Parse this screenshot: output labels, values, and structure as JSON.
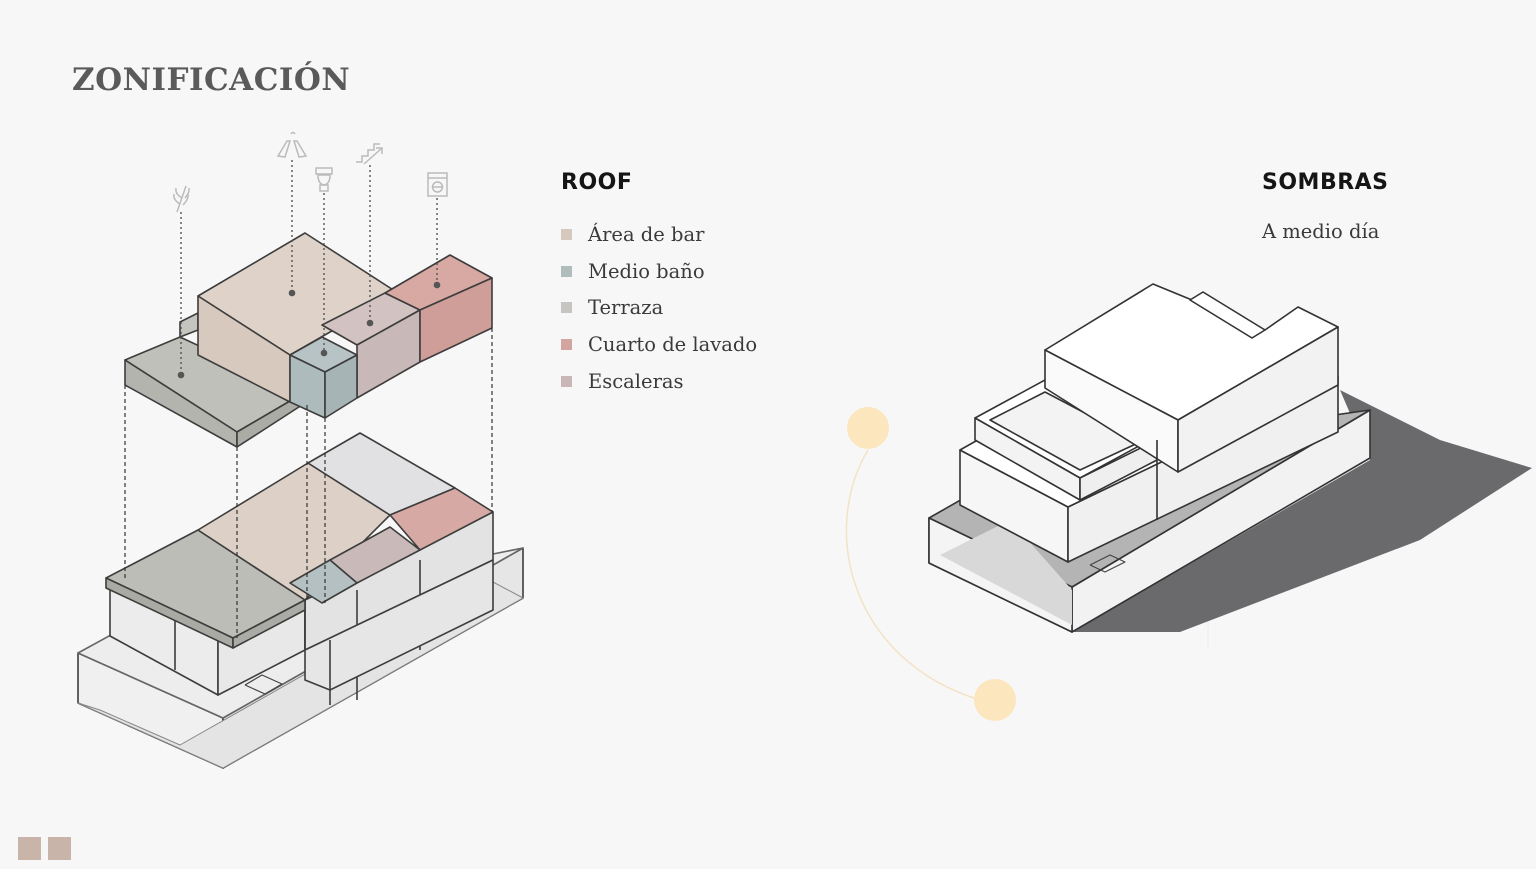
{
  "title": "ZONIFICACIÓN",
  "roof": {
    "heading": "ROOF",
    "legend": [
      {
        "label": "Área de bar",
        "color": "#d7c8bf"
      },
      {
        "label": "Medio baño",
        "color": "#b1bcbc"
      },
      {
        "label": "Terraza",
        "color": "#c7c5c2"
      },
      {
        "label": "Cuarto de lavado",
        "color": "#d3a5a0"
      },
      {
        "label": "Escaleras",
        "color": "#c8b7b6"
      }
    ]
  },
  "shadows": {
    "heading": "SOMBRAS",
    "subtitle": "A medio día"
  },
  "zone_icons": [
    "plant-icon",
    "bottle-icon",
    "toilet-icon",
    "stairs-icon",
    "washer-icon"
  ],
  "sun_color": "#fbe6bd",
  "corner_colors": [
    "#c9b4a9",
    "#c9b4a9"
  ]
}
